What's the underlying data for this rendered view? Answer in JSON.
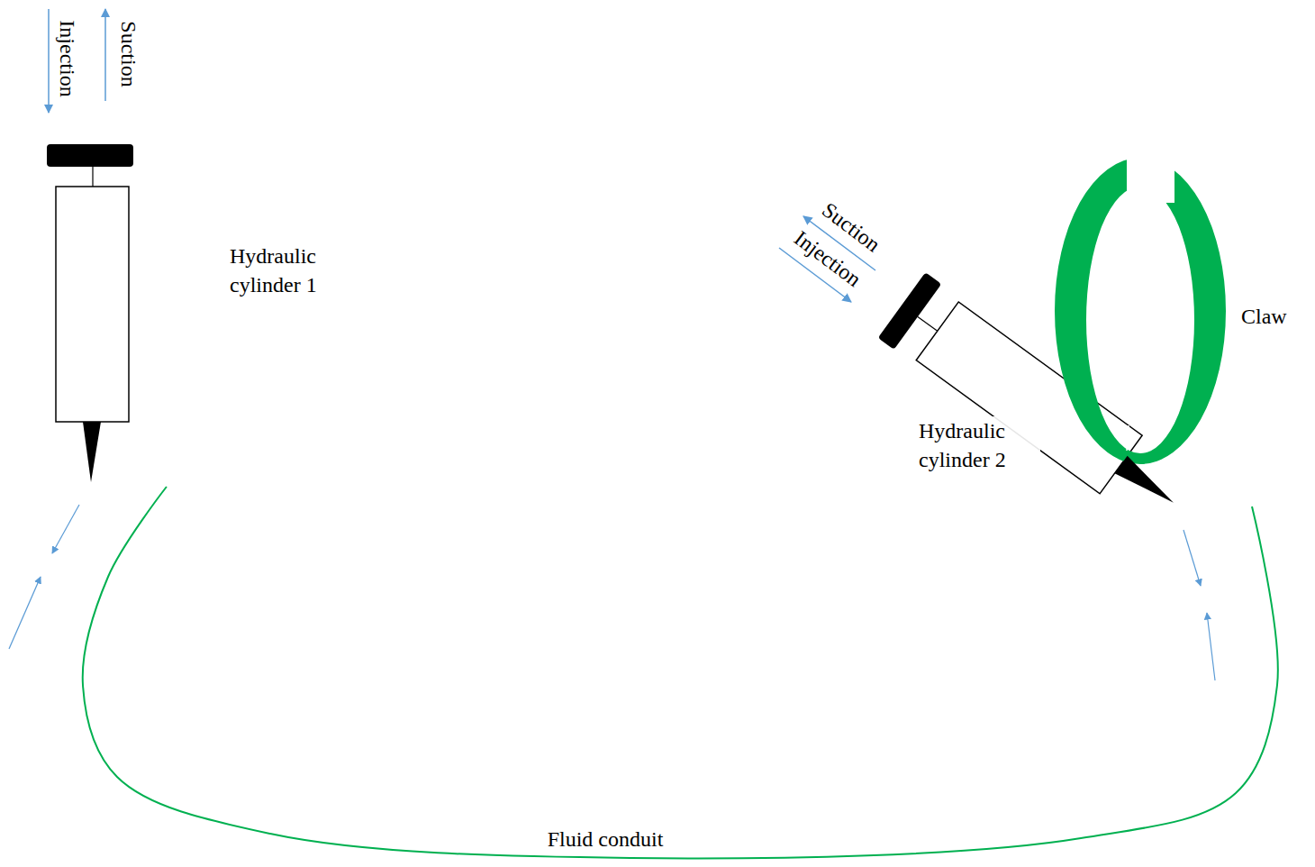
{
  "diagram": {
    "nodes": [
      {
        "text": [
          "Hydraulic cylinder 1"
        ]
      },
      {
        "text": [
          "Hydraulic cylinder 2"
        ]
      },
      {
        "text": [
          "Claw"
        ]
      }
    ],
    "edges": [
      {
        "from": 0,
        "to": 1,
        "arrow": "none",
        "label": "Fluid conduit"
      }
    ],
    "labels": [
      "Suction",
      "Injection",
      "Suction",
      "Injection"
    ]
  }
}
